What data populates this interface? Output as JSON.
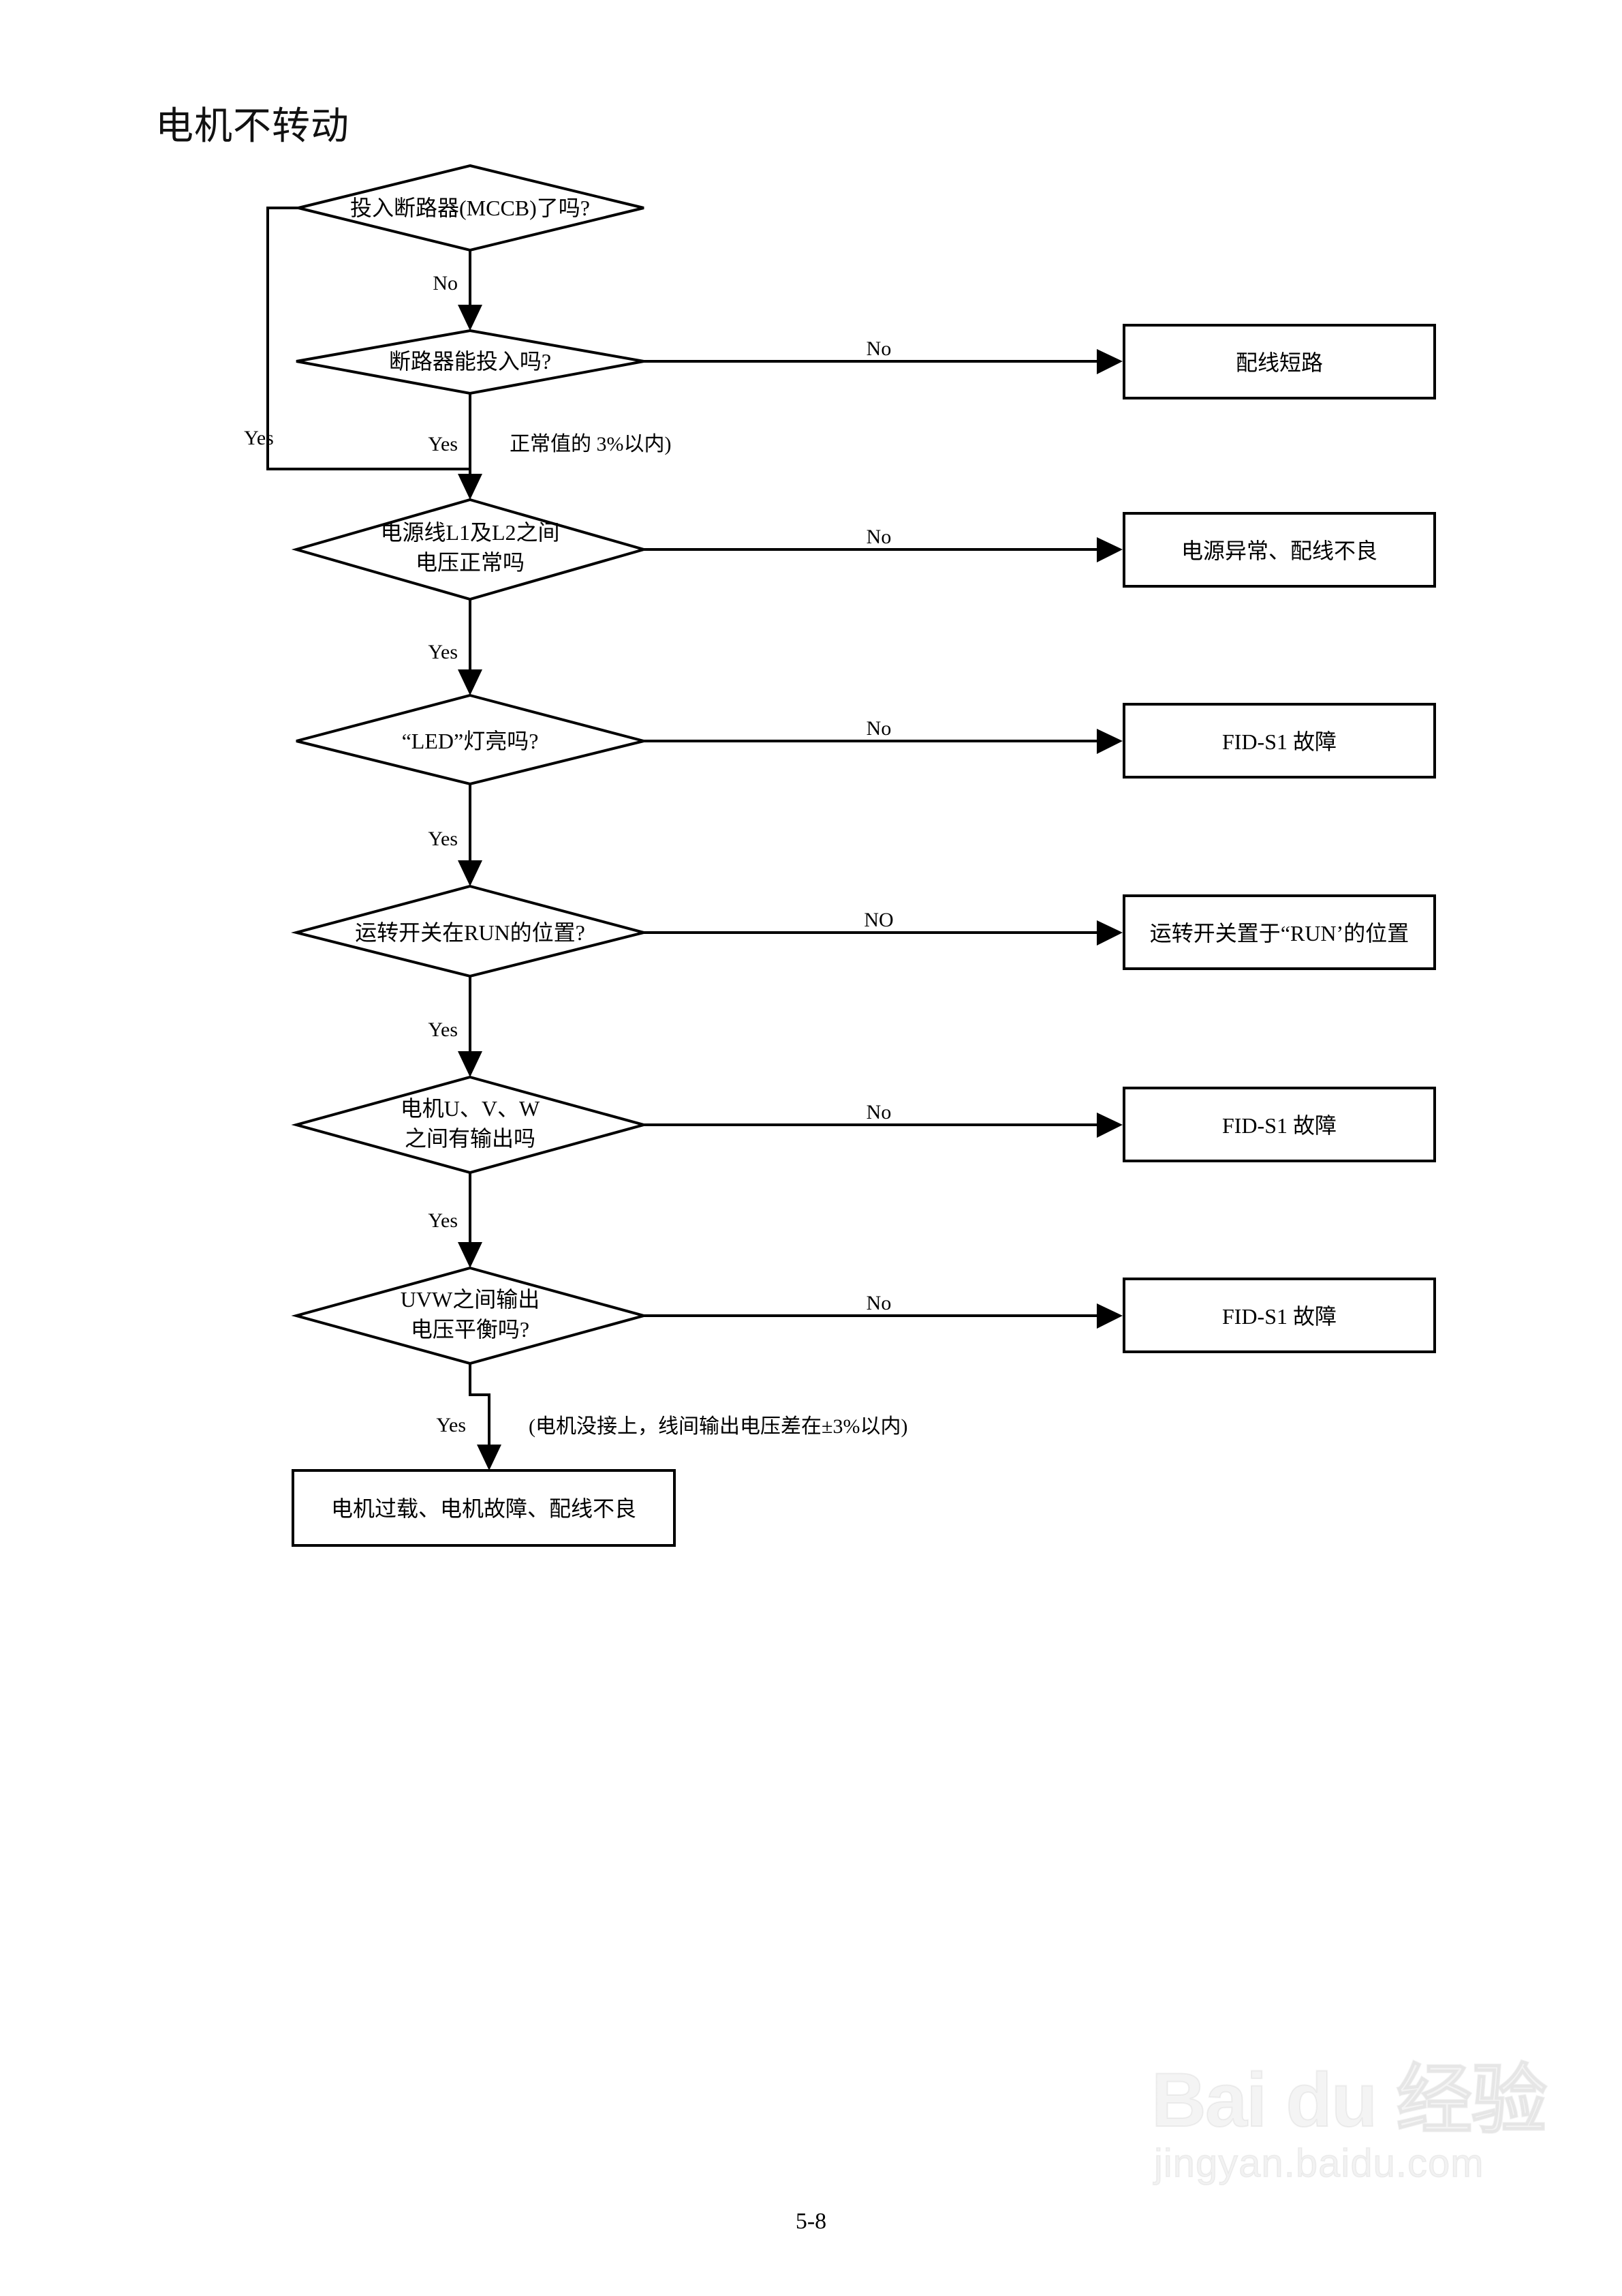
{
  "page": {
    "title": "电机不转动",
    "page_number": "5-8",
    "background_color": "#ffffff",
    "line_color": "#000000"
  },
  "watermark": {
    "logo_text": "Bai du 经验",
    "url_text": "jingyan.baidu.com"
  },
  "chart_data": {
    "type": "flowchart",
    "title": "电机不转动",
    "nodes": [
      {
        "id": "d1",
        "shape": "diamond",
        "label": "投入断路器(MCCB)了吗?"
      },
      {
        "id": "d2",
        "shape": "diamond",
        "label": "断路器能投入吗?"
      },
      {
        "id": "d3",
        "shape": "diamond",
        "label_line1": "电源线L1及L2之间",
        "label_line2": "电压正常吗"
      },
      {
        "id": "d4",
        "shape": "diamond",
        "label": "“LED”灯亮吗?"
      },
      {
        "id": "d5",
        "shape": "diamond",
        "label": "运转开关在RUN的位置?"
      },
      {
        "id": "d6",
        "shape": "diamond",
        "label_line1": "电机U、V、W",
        "label_line2": "之间有输出吗"
      },
      {
        "id": "d7",
        "shape": "diamond",
        "label_line1": "UVW之间输出",
        "label_line2": "电压平衡吗?"
      },
      {
        "id": "r1",
        "shape": "box",
        "label": "配线短路"
      },
      {
        "id": "r2",
        "shape": "box",
        "label": "电源异常、配线不良"
      },
      {
        "id": "r3",
        "shape": "box",
        "label": "FID-S1 故障"
      },
      {
        "id": "r4",
        "shape": "box",
        "label": "运转开关置于“RUN’的位置"
      },
      {
        "id": "r5",
        "shape": "box",
        "label": "FID-S1 故障"
      },
      {
        "id": "r6",
        "shape": "box",
        "label": "FID-S1 故障"
      },
      {
        "id": "r7",
        "shape": "box",
        "label": "电机过载、电机故障、配线不良"
      }
    ],
    "edges": [
      {
        "from": "d1",
        "to": "d2",
        "label": "No"
      },
      {
        "from": "d1",
        "to": "d3",
        "label": "Yes",
        "route": "left-loopback"
      },
      {
        "from": "d2",
        "to": "r1",
        "label": "No"
      },
      {
        "from": "d2",
        "to": "d3",
        "label": "Yes"
      },
      {
        "from": "d3",
        "to": "r2",
        "label": "No"
      },
      {
        "from": "d3",
        "to": "d4",
        "label": "Yes"
      },
      {
        "from": "d4",
        "to": "r3",
        "label": "No"
      },
      {
        "from": "d4",
        "to": "d5",
        "label": "Yes"
      },
      {
        "from": "d5",
        "to": "r4",
        "label": "NO"
      },
      {
        "from": "d5",
        "to": "d6",
        "label": "Yes"
      },
      {
        "from": "d6",
        "to": "r5",
        "label": "No"
      },
      {
        "from": "d6",
        "to": "d7",
        "label": "Yes"
      },
      {
        "from": "d7",
        "to": "r6",
        "label": "No"
      },
      {
        "from": "d7",
        "to": "r7",
        "label": "Yes"
      }
    ],
    "annotations": [
      {
        "id": "a1",
        "text": "正常值的 3%以内)"
      },
      {
        "id": "a2",
        "text": "(电机没接上，线间输出电压差在±3%以内)"
      }
    ]
  },
  "labels": {
    "yes": "Yes",
    "no": "No",
    "no_caps": "NO"
  }
}
